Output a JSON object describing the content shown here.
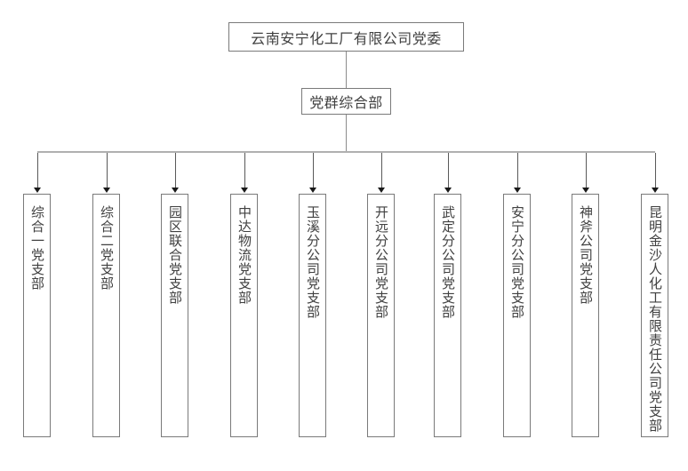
{
  "org_chart": {
    "root": {
      "label": "云南安宁化工厂有限公司党委"
    },
    "department": {
      "label": "党群综合部"
    },
    "branches": [
      {
        "label": "综合一党支部"
      },
      {
        "label": "综合二党支部"
      },
      {
        "label": "园区联合党支部"
      },
      {
        "label": "中达物流党支部"
      },
      {
        "label": "玉溪分公司党支部"
      },
      {
        "label": "开远分公司党支部"
      },
      {
        "label": "武定分公司党支部"
      },
      {
        "label": "安宁分公司党支部"
      },
      {
        "label": "神斧公司党支部"
      },
      {
        "label": "昆明金沙人化工有限责任公司党支部"
      }
    ],
    "colors": {
      "box_border": "#7a7a7a",
      "text": "#404040",
      "bus_line": "#b0b0b0",
      "connector_line": "#595959",
      "arrow": "#1a1a1a",
      "background": "#ffffff"
    }
  }
}
